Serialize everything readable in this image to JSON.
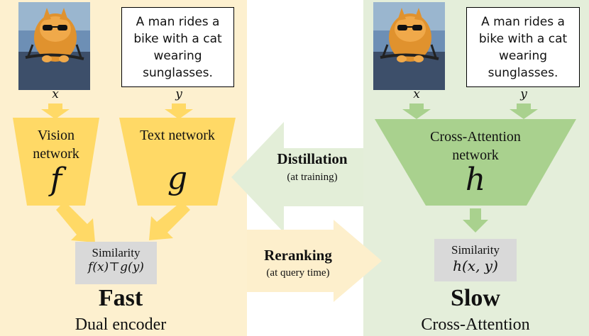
{
  "left": {
    "caption": "A man rides a bike with a cat wearing sunglasses.",
    "image_var": "x",
    "text_var": "y",
    "vision_label": "Vision network",
    "vision_symbol": "f",
    "text_label": "Text network",
    "text_symbol": "g",
    "similarity_label": "Similarity",
    "similarity_formula": "f(x)⊤g(y)",
    "speed": "Fast",
    "model": "Dual encoder",
    "color": "#ffd966"
  },
  "right": {
    "caption": "A man rides a bike with a cat wearing sunglasses.",
    "image_var": "x",
    "text_var": "y",
    "network_label": "Cross-Attention network",
    "network_symbol": "h",
    "similarity_label": "Similarity",
    "similarity_formula": "h(x, y)",
    "speed": "Slow",
    "model": "Cross-Attention",
    "color": "#a9d18e"
  },
  "middle": {
    "distillation_title": "Distillation",
    "distillation_note": "(at training)",
    "reranking_title": "Reranking",
    "reranking_note": "(at query time)"
  },
  "colors": {
    "left_panel": "#fdf0cf",
    "right_panel": "#e4eeda",
    "similarity_box": "#d9d9d9",
    "distillation_arrow": "#e3eed8",
    "reranking_arrow": "#fdefcc"
  }
}
